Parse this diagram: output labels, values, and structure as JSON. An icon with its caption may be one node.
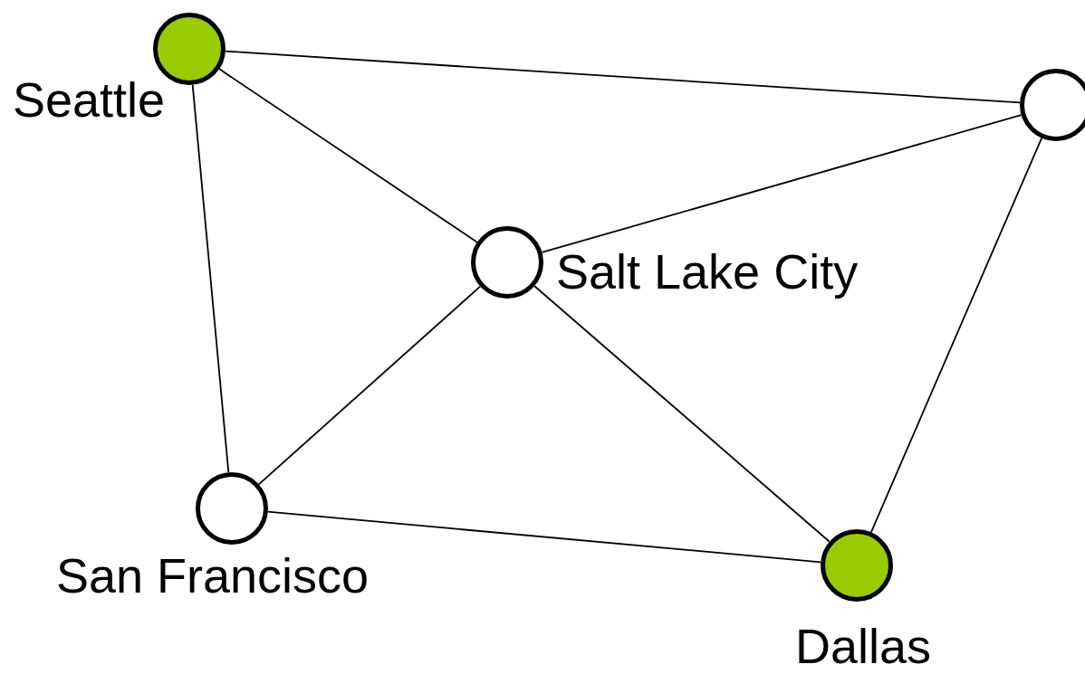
{
  "diagram": {
    "nodes": [
      {
        "text": [],
        "shape": "circle",
        "beside": [
          "Seattle"
        ]
      },
      {
        "text": [],
        "shape": "circle"
      },
      {
        "text": [],
        "shape": "circle",
        "beside": [
          "Salt Lake City"
        ]
      },
      {
        "text": [],
        "shape": "circle",
        "beside": [
          "San Francisco"
        ]
      },
      {
        "text": [],
        "shape": "circle",
        "beside": [
          "Dallas"
        ]
      }
    ],
    "edges": [
      {
        "from": 0,
        "to": 1,
        "arrow": "none"
      },
      {
        "from": 0,
        "to": 2,
        "arrow": "none"
      },
      {
        "from": 0,
        "to": 3,
        "arrow": "none"
      },
      {
        "from": 1,
        "to": 2,
        "arrow": "none"
      },
      {
        "from": 1,
        "to": 4,
        "arrow": "none"
      },
      {
        "from": 2,
        "to": 3,
        "arrow": "none"
      },
      {
        "from": 2,
        "to": 4,
        "arrow": "none"
      },
      {
        "from": 3,
        "to": 4,
        "arrow": "none"
      }
    ]
  }
}
